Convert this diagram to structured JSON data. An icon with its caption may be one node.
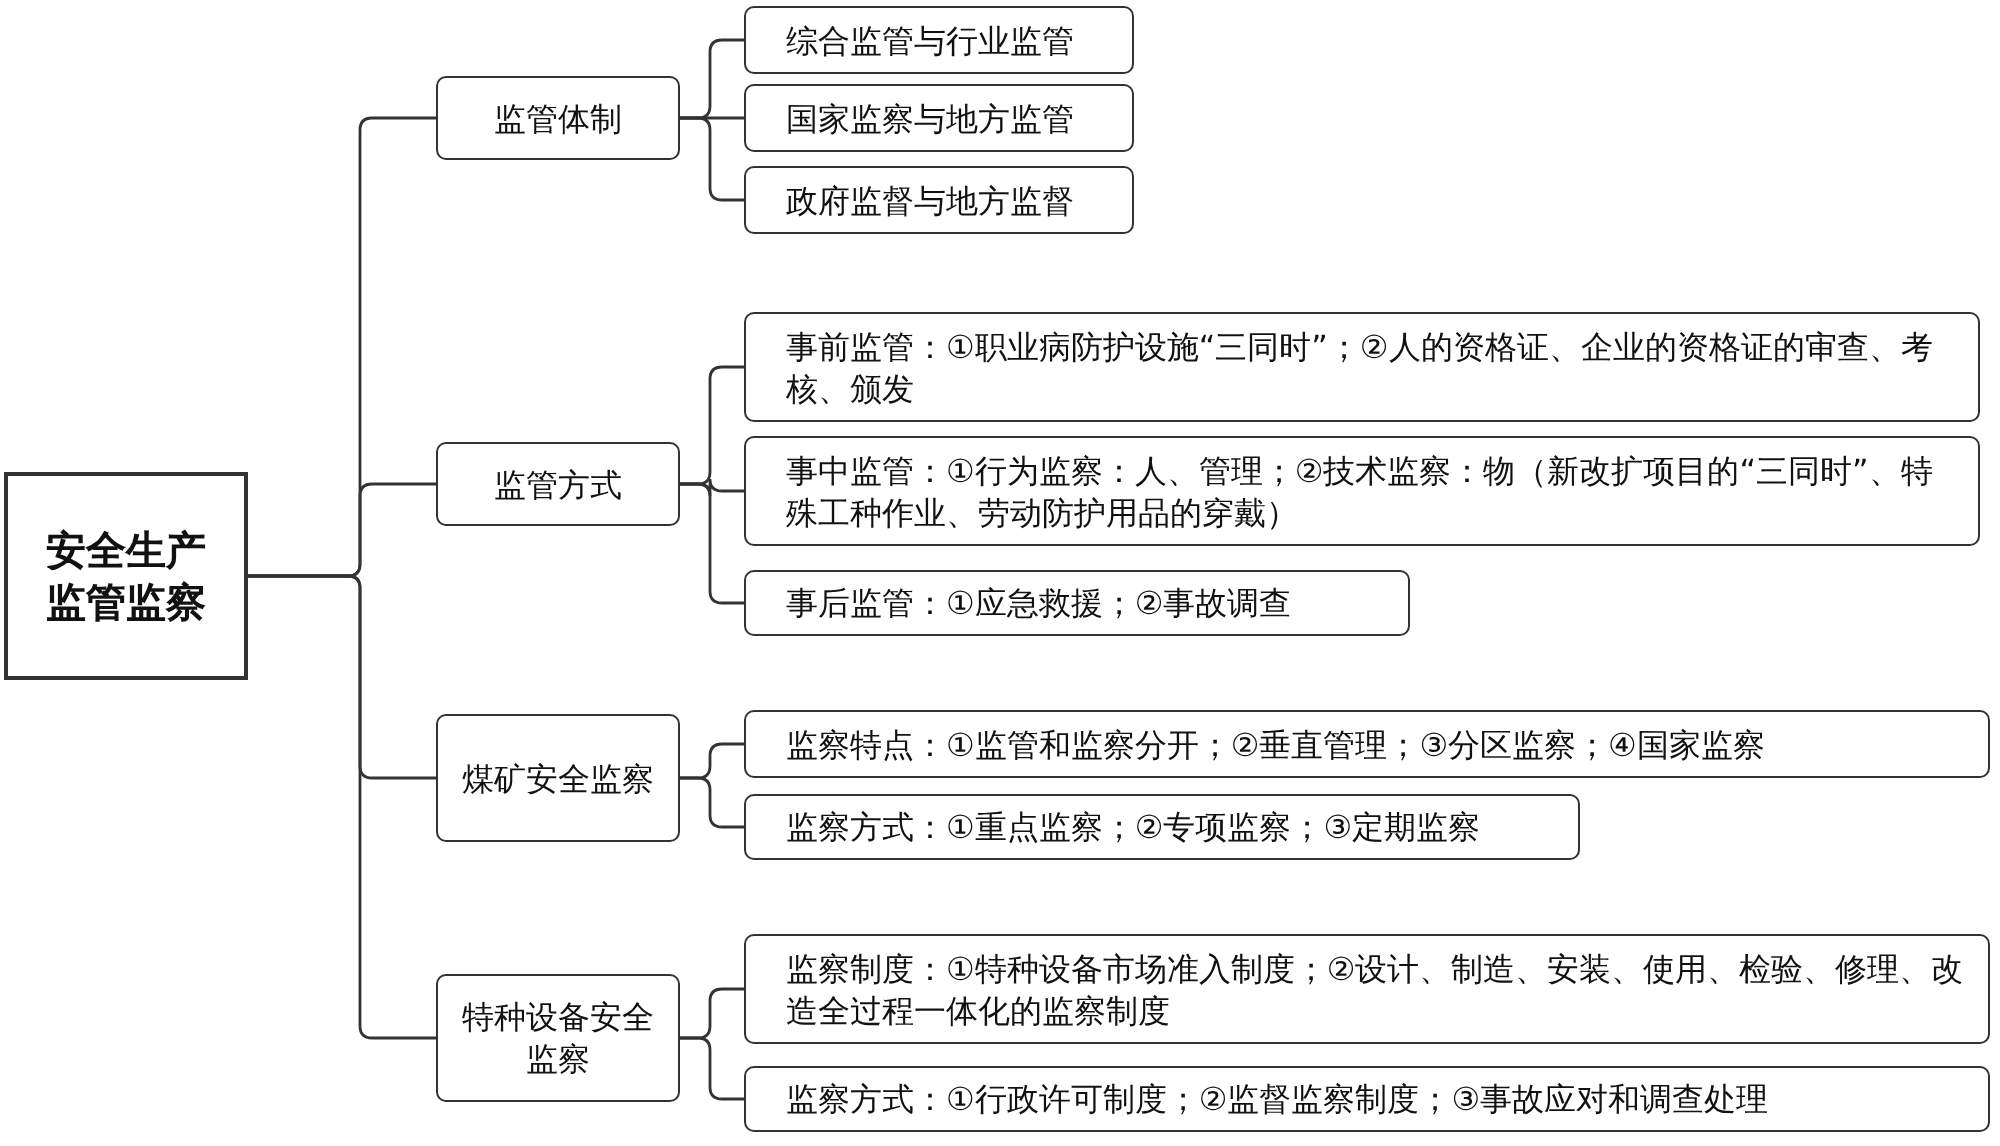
{
  "diagram": {
    "nodes": [
      {
        "text": [
          "安全生产监管监察"
        ]
      },
      {
        "text": [
          "监管体制"
        ]
      },
      {
        "text": [
          "综合监管与行业监管"
        ]
      },
      {
        "text": [
          "国家监察与地方监管"
        ]
      },
      {
        "text": [
          "政府监督与地方监督"
        ]
      },
      {
        "text": [
          "监管方式"
        ]
      },
      {
        "text": [
          "事前监管：①职业病防护设施“三同时”；②人的资格证、企业的资格证的审查、考核、颁发"
        ]
      },
      {
        "text": [
          "事中监管：①行为监察：人、管理；②技术监察：物（新改扩项目的“三同时”、特殊工种作业、劳动防护用品的穿戴）"
        ]
      },
      {
        "text": [
          "事后监管：①应急救援；②事故调查"
        ]
      },
      {
        "text": [
          "煤矿安全监察"
        ]
      },
      {
        "text": [
          "监察特点：①监管和监察分开；②垂直管理；③分区监察；④国家监察"
        ]
      },
      {
        "text": [
          "监察方式：①重点监察；②专项监察；③定期监察"
        ]
      },
      {
        "text": [
          "特种设备安全监察"
        ]
      },
      {
        "text": [
          "监察制度：①特种设备市场准入制度；②设计、制造、安装、使用、检验、修理、改造全过程一体化的监察制度"
        ]
      },
      {
        "text": [
          "监察方式：①行政许可制度；②监督监察制度；③事故应对和调查处理"
        ]
      }
    ],
    "edges": [
      {
        "from": 0,
        "to": 1,
        "arrow": "none"
      },
      {
        "from": 0,
        "to": 5,
        "arrow": "none"
      },
      {
        "from": 0,
        "to": 9,
        "arrow": "none"
      },
      {
        "from": 0,
        "to": 12,
        "arrow": "none"
      },
      {
        "from": 1,
        "to": 2,
        "arrow": "none"
      },
      {
        "from": 1,
        "to": 3,
        "arrow": "none"
      },
      {
        "from": 1,
        "to": 4,
        "arrow": "none"
      },
      {
        "from": 5,
        "to": 6,
        "arrow": "none"
      },
      {
        "from": 5,
        "to": 7,
        "arrow": "none"
      },
      {
        "from": 5,
        "to": 8,
        "arrow": "none"
      },
      {
        "from": 9,
        "to": 10,
        "arrow": "none"
      },
      {
        "from": 9,
        "to": 11,
        "arrow": "none"
      },
      {
        "from": 12,
        "to": 13,
        "arrow": "none"
      },
      {
        "from": 12,
        "to": 14,
        "arrow": "none"
      }
    ]
  }
}
